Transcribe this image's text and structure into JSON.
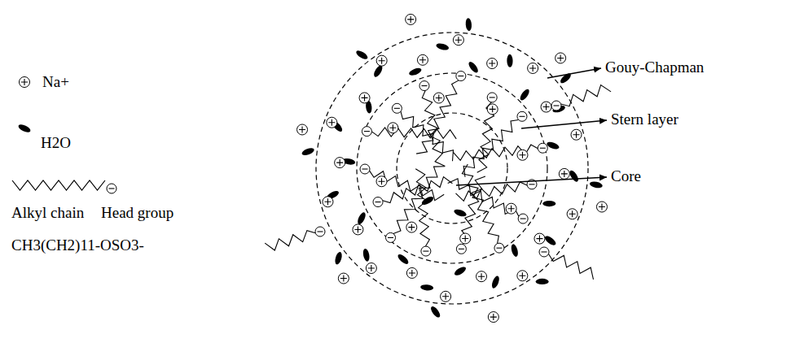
{
  "diagram": {
    "labels": [
      "Alkyl chain",
      "Head group",
      "CH3(CH2)11-OSO3-",
      "Gouy-Chapman",
      "Stern layer",
      "Core"
    ],
    "legend": [
      {
        "text": "Na+"
      },
      {
        "text": "H2O"
      }
    ]
  }
}
